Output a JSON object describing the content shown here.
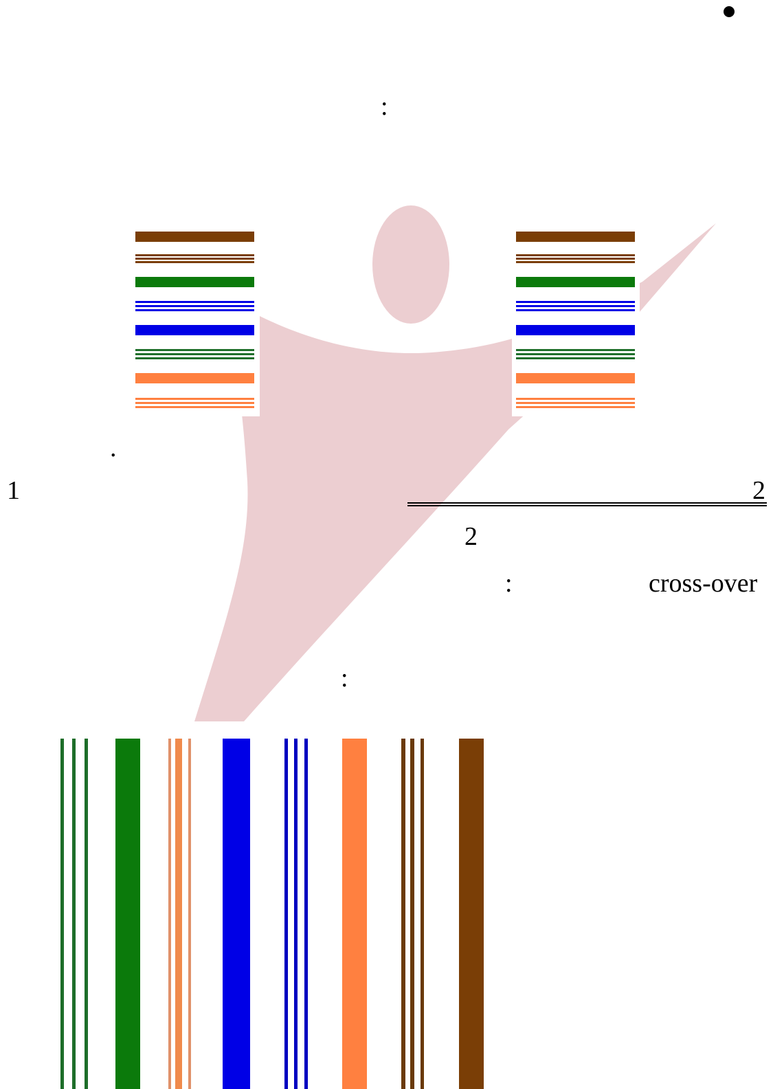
{
  "bullet_icon": "bullet-icon",
  "texts": {
    "colon_1": ":",
    "period_1": ".",
    "number_1": "1",
    "number_2_right": "2",
    "number_2_center": "2",
    "colon_2": ":",
    "cross_over": "cross-over",
    "colon_3": ":"
  },
  "watermark": {
    "color": "#ecced1",
    "icon": "person-logo-watermark"
  },
  "colors": {
    "brown": "#7a3e06",
    "green": "#0b7a0b",
    "blue": "#0000e6",
    "orange": "#ff8040"
  },
  "connector_left": {
    "icon": "rj45-wire-order-left",
    "stripes": [
      "brown-solid",
      "brown-striped",
      "green-solid",
      "blue-striped",
      "blue-solid",
      "green-striped",
      "orange-solid",
      "orange-striped"
    ]
  },
  "connector_right": {
    "icon": "rj45-wire-order-right",
    "stripes": [
      "brown-solid",
      "brown-striped",
      "green-solid",
      "blue-striped",
      "blue-solid",
      "green-striped",
      "orange-solid",
      "orange-striped"
    ]
  },
  "connector_bottom": {
    "icon": "rj45-wire-order-vertical",
    "stripes": [
      "green-striped",
      "green-solid",
      "orange-striped",
      "blue-solid",
      "blue-striped",
      "orange-solid",
      "brown-striped",
      "brown-solid"
    ]
  }
}
